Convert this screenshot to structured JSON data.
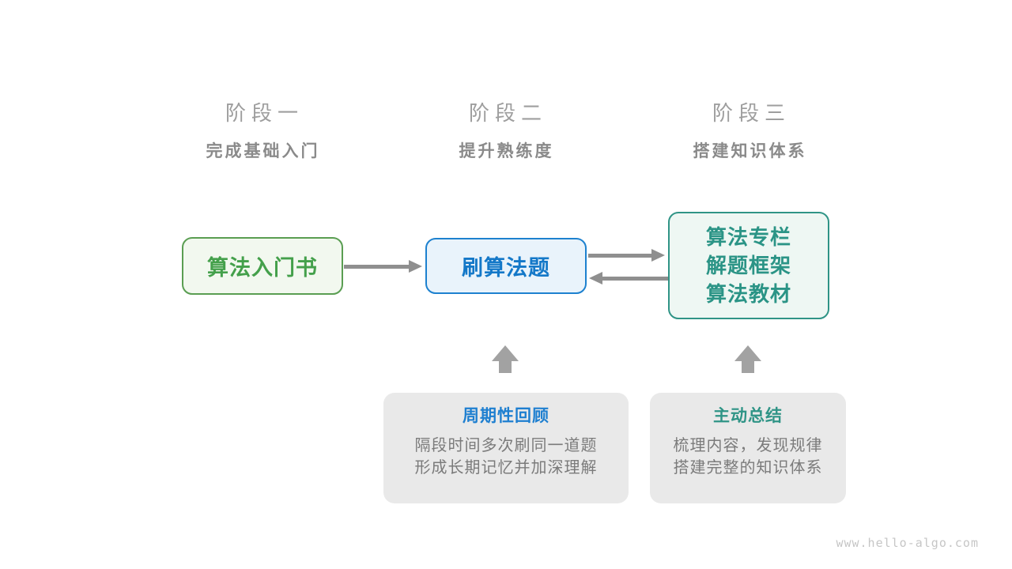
{
  "stages": [
    {
      "label": "阶段一",
      "subtitle": "完成基础入门"
    },
    {
      "label": "阶段二",
      "subtitle": "提升熟练度"
    },
    {
      "label": "阶段三",
      "subtitle": "搭建知识体系"
    }
  ],
  "nodes": {
    "intro_book": {
      "label": "算法入门书"
    },
    "practice": {
      "label": "刷算法题"
    },
    "resources": {
      "lines": [
        "算法专栏",
        "解题框架",
        "算法教材"
      ]
    }
  },
  "callouts": [
    {
      "title": "周期性回顾",
      "body_lines": [
        "隔段时间多次刷同一道题",
        "形成长期记忆并加深理解"
      ]
    },
    {
      "title": "主动总结",
      "body_lines": [
        "梳理内容，发现规律",
        "搭建完整的知识体系"
      ]
    }
  ],
  "watermark": "www.hello-algo.com",
  "colors": {
    "green_border": "#5a9e52",
    "green_text": "#44a04b",
    "green_fill": "#f2f8ef",
    "blue_border": "#1d81cf",
    "blue_text": "#1478c8",
    "blue_fill": "#e9f3fb",
    "teal_border": "#2f9486",
    "teal_text": "#2b9486",
    "teal_fill": "#eef7f3",
    "arrow_gray": "#8f8f8f",
    "up_arrow_gray": "#a2a2a2",
    "callout_bg": "#e9e9e9",
    "callout_body_text": "#7b7b7b",
    "stage_label_gray": "#9e9e9e",
    "stage_subtitle_gray": "#8a8a8a"
  }
}
